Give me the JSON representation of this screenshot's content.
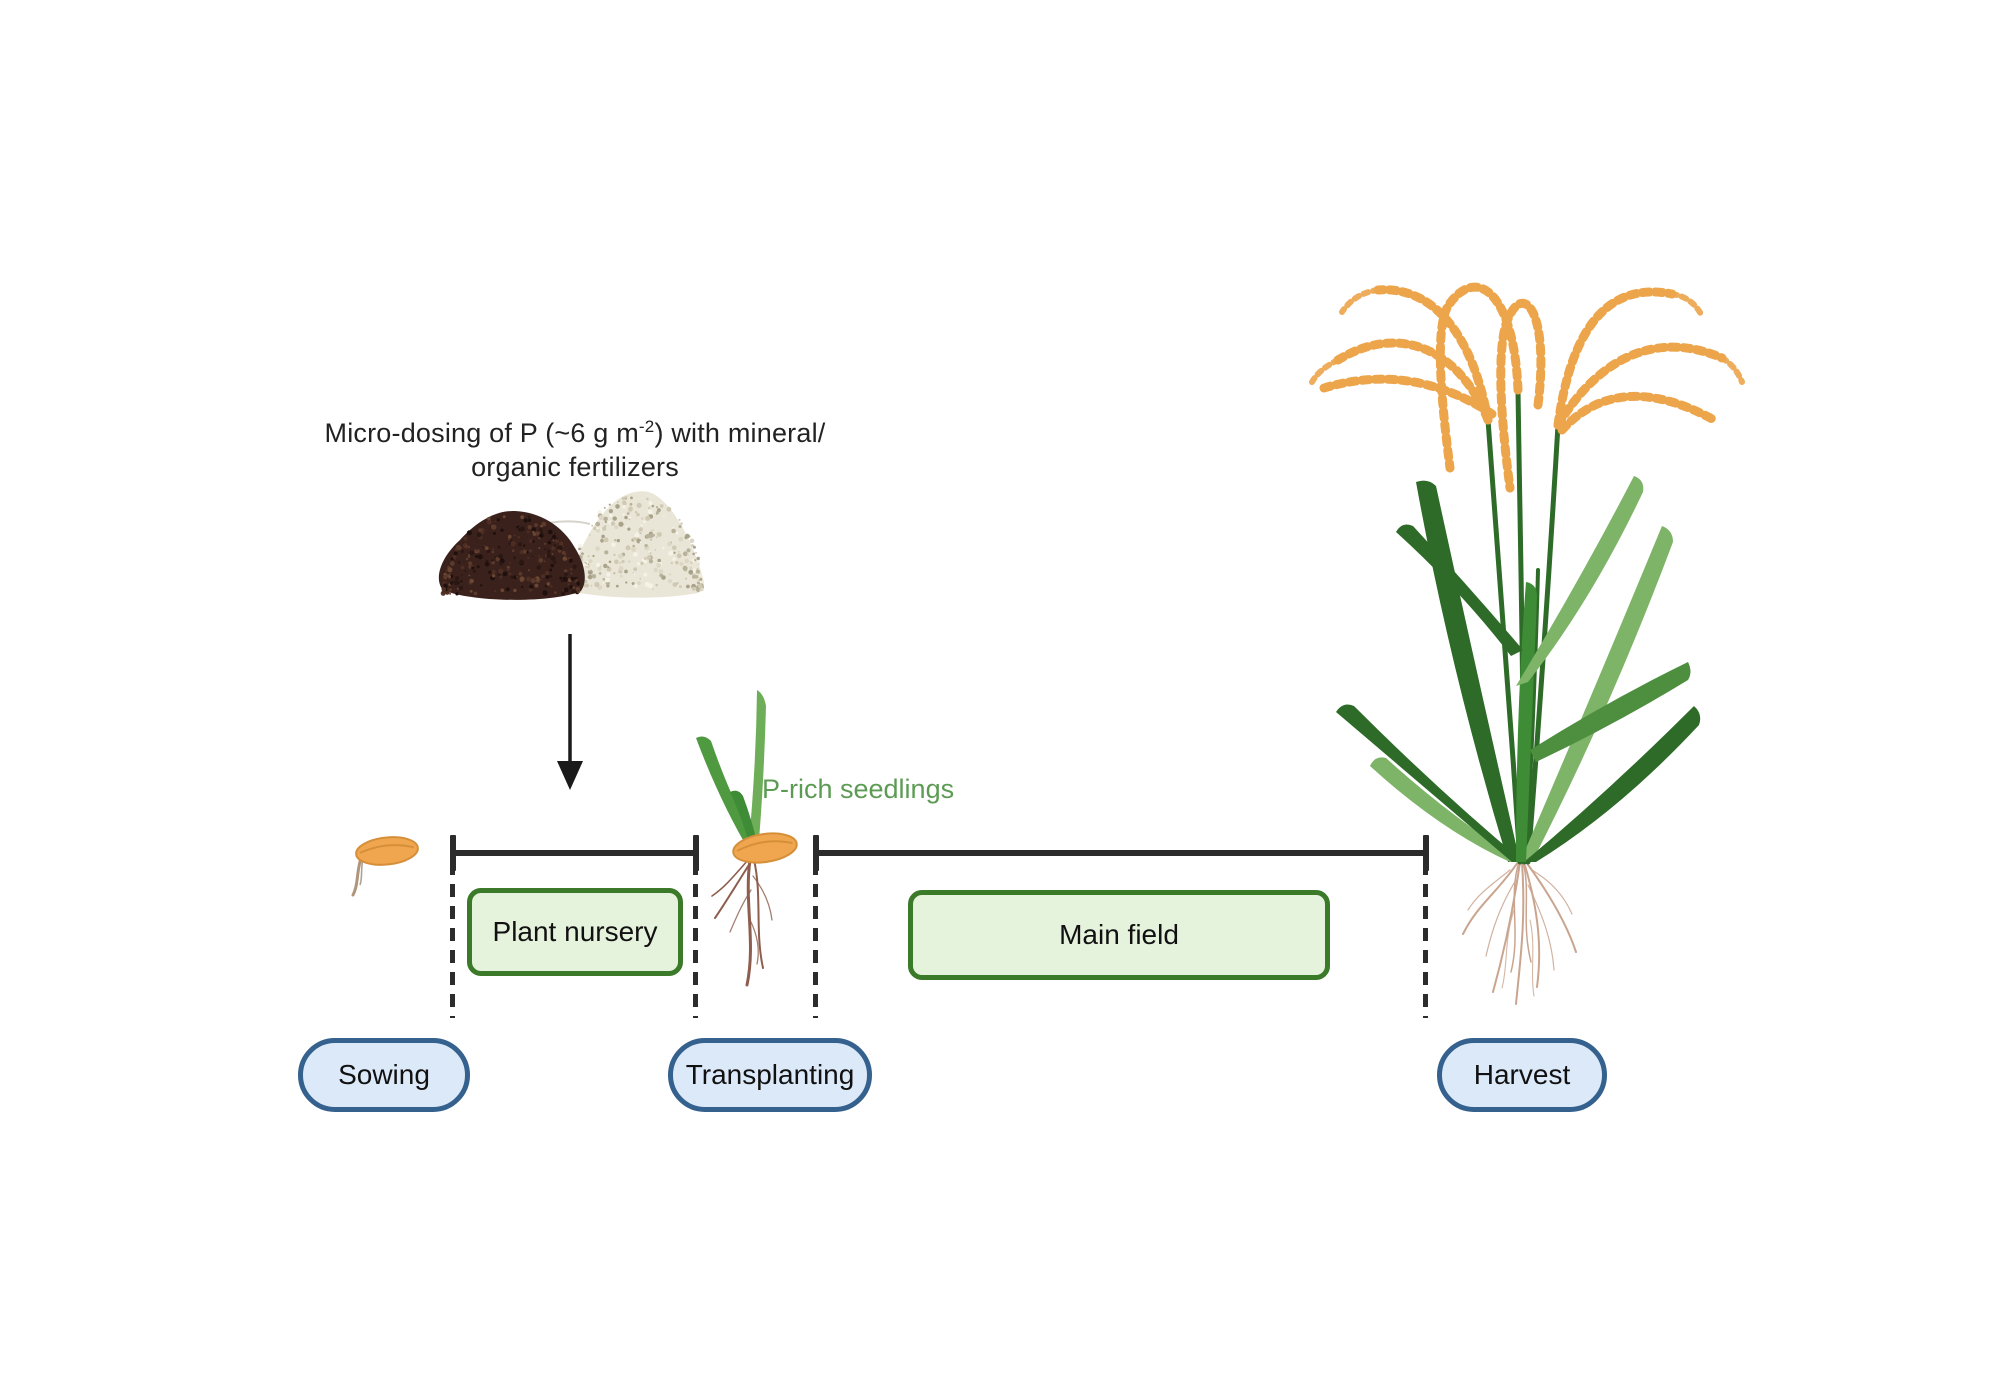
{
  "figure": {
    "title_line1_pre": "Micro-dosing of P (~6 g m",
    "title_line1_sup": "-2",
    "title_line1_post": ") with mineral/",
    "title_line2": "organic fertilizers"
  },
  "annotations": {
    "p_rich_seedlings": "P-rich seedlings"
  },
  "timeline": {
    "phases": [
      {
        "id": "plant-nursery",
        "label": "Plant nursery"
      },
      {
        "id": "main-field",
        "label": "Main field"
      }
    ],
    "stages": [
      {
        "id": "sowing",
        "label": "Sowing"
      },
      {
        "id": "transplanting",
        "label": "Transplanting"
      },
      {
        "id": "harvest",
        "label": "Harvest"
      }
    ]
  },
  "icons": [
    "organic-fertilizer-pile-icon",
    "mineral-fertilizer-pile-icon",
    "arrow-down-icon",
    "rice-seed-icon",
    "rice-seedling-icon",
    "rice-plant-icon"
  ],
  "colors": {
    "text": "#222222",
    "green_annotation": "#5d9b55",
    "phase_box_fill": "#e5f2dc",
    "phase_box_border": "#3a7a28",
    "stage_pill_fill": "#dce9f8",
    "stage_pill_border": "#34618d",
    "timeline_line": "#2b2b2b",
    "panicle_orange": "#eda54b",
    "leaf_dark_green": "#2e6b29",
    "leaf_light_green": "#7db467",
    "root_tan": "#c9a58f",
    "organic_pile_brown": "#3a211c",
    "mineral_pile_white": "#eae6d7",
    "seed_orange": "#efa64f"
  }
}
